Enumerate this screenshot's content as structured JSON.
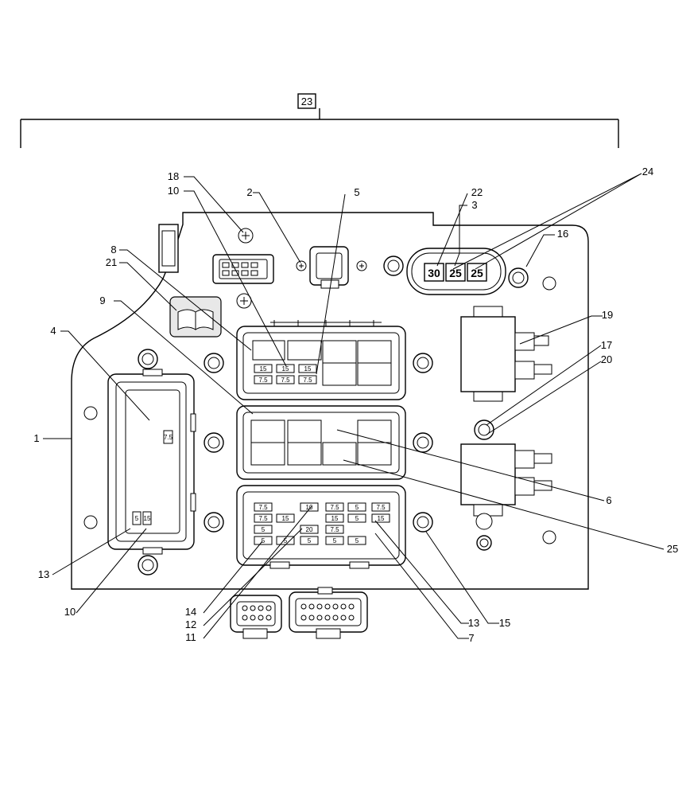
{
  "assembly_label": "23",
  "callouts": {
    "c1": "1",
    "c2": "2",
    "c3": "3",
    "c4": "4",
    "c5": "5",
    "c6": "6",
    "c7": "7",
    "c8": "8",
    "c9": "9",
    "c10a": "10",
    "c10b": "10",
    "c11": "11",
    "c12": "12",
    "c13a": "13",
    "c13b": "13",
    "c14": "14",
    "c15": "15",
    "c16": "16",
    "c17": "17",
    "c18": "18",
    "c19": "19",
    "c20": "20",
    "c21": "21",
    "c22": "22",
    "c24": "24",
    "c25": "25"
  },
  "big_fuses": [
    "30",
    "25",
    "25"
  ],
  "top_fuses": [
    "15",
    "15",
    "15",
    "7.5",
    "7.5",
    "7.5"
  ],
  "left_fuses": [
    "7.5",
    "5",
    "15"
  ],
  "bottom_fuses": [
    [
      "7.5",
      "10",
      "7.5",
      "5",
      "7.5"
    ],
    [
      "7.5",
      "15",
      "15",
      "5",
      "15"
    ],
    [
      "5",
      "",
      "20",
      "7.5",
      ""
    ],
    [
      "5",
      "5",
      "5",
      "5",
      "5"
    ]
  ]
}
